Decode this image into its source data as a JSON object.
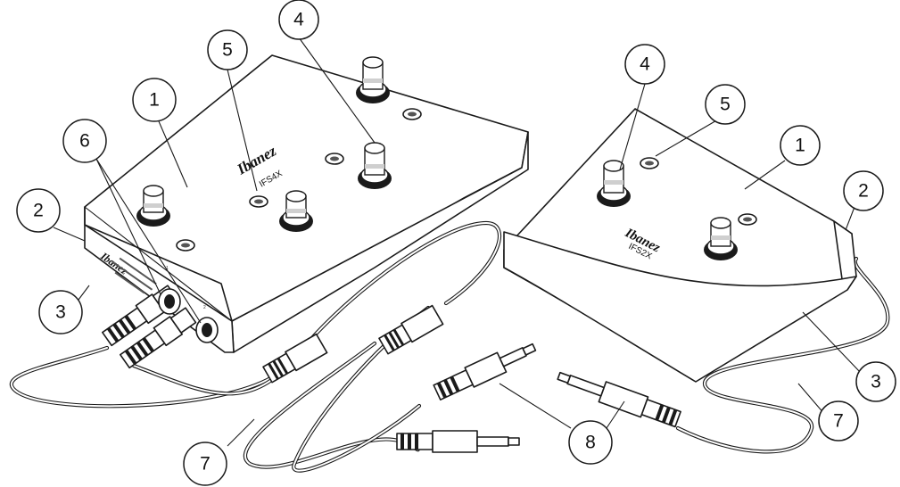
{
  "pedals": [
    {
      "id": "ifs4x",
      "brand": "Ibanez",
      "model": "IFS4X",
      "jack_labels": [
        "1",
        "2"
      ]
    },
    {
      "id": "ifs2x",
      "brand": "Ibanez",
      "model": "IFS2X"
    }
  ],
  "callouts": [
    "1",
    "2",
    "3",
    "4",
    "5",
    "6",
    "7",
    "8",
    "1",
    "2",
    "3",
    "4",
    "5",
    "7"
  ],
  "colors": {
    "line": "#1a1a1a",
    "background": "#ffffff"
  }
}
